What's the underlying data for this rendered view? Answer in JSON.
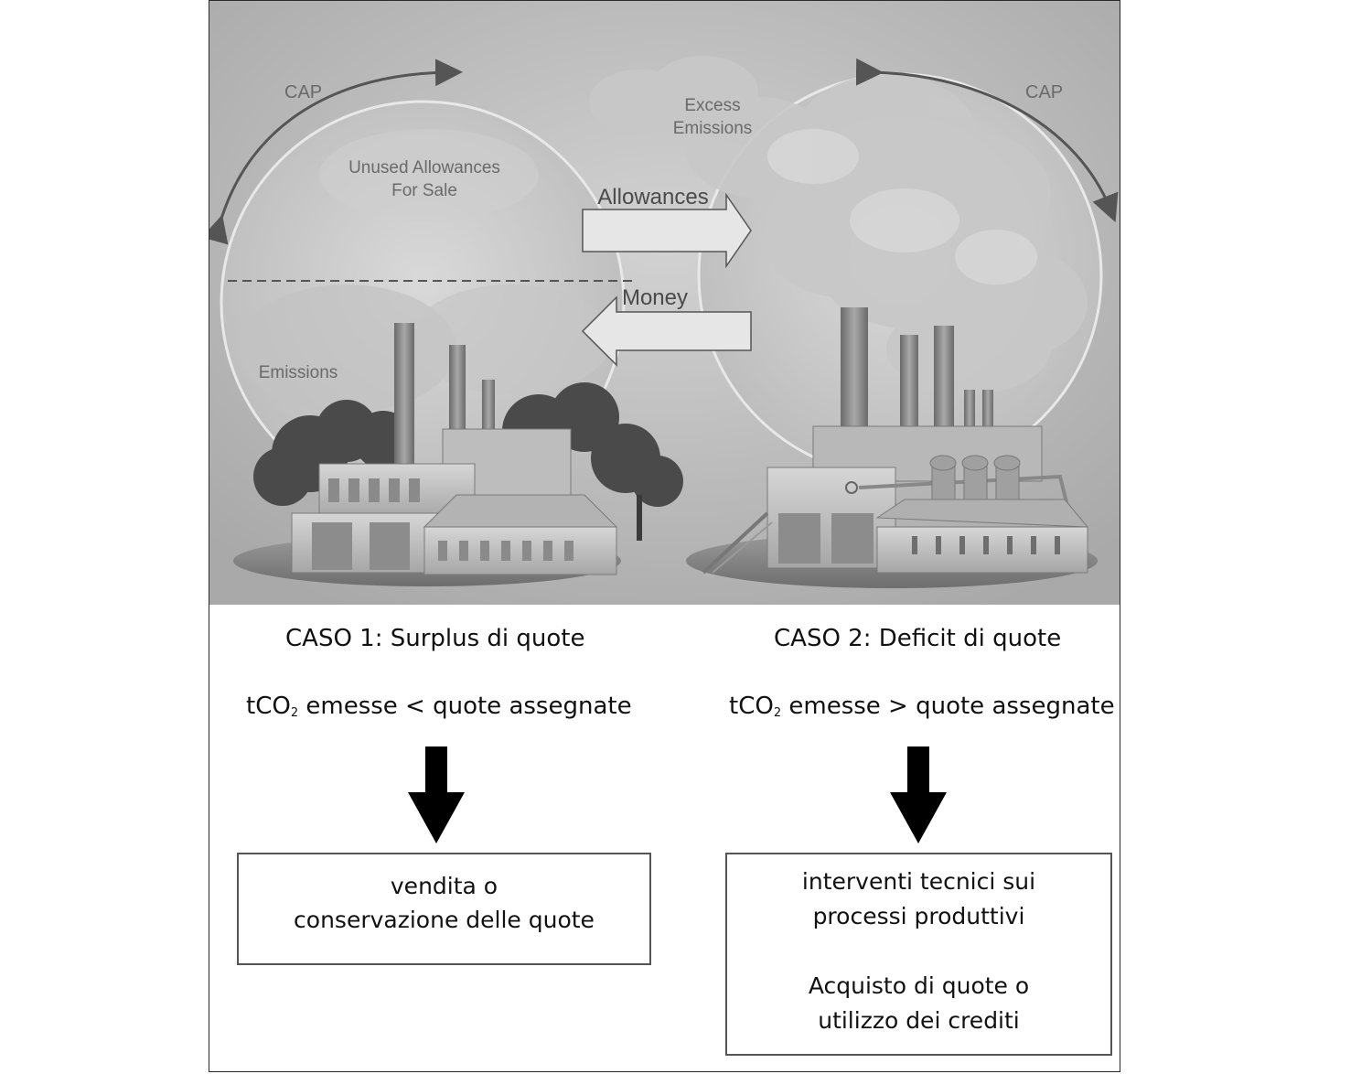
{
  "illustration": {
    "cap_left": "CAP",
    "cap_right": "CAP",
    "unused_line1": "Unused Allowances",
    "unused_line2": "For Sale",
    "excess_line1": "Excess",
    "excess_line2": "Emissions",
    "allowances": "Allowances",
    "money": "Money",
    "emissions": "Emissions"
  },
  "case1": {
    "title": "CASO 1: Surplus di quote",
    "cond_prefix": "tCO",
    "cond_sub": "2",
    "cond_suffix": " emesse < quote assegnate",
    "result_line1": "vendita o",
    "result_line2": "conservazione delle quote"
  },
  "case2": {
    "title": "CASO 2: Deficit di quote",
    "cond_prefix": "tCO",
    "cond_sub": "2",
    "cond_suffix": " emesse > quote assegnate",
    "result_line1": "interventi tecnici sui",
    "result_line2": "processi produttivi",
    "result_line3": "Acquisto di quote o",
    "result_line4": "utilizzo dei crediti"
  }
}
